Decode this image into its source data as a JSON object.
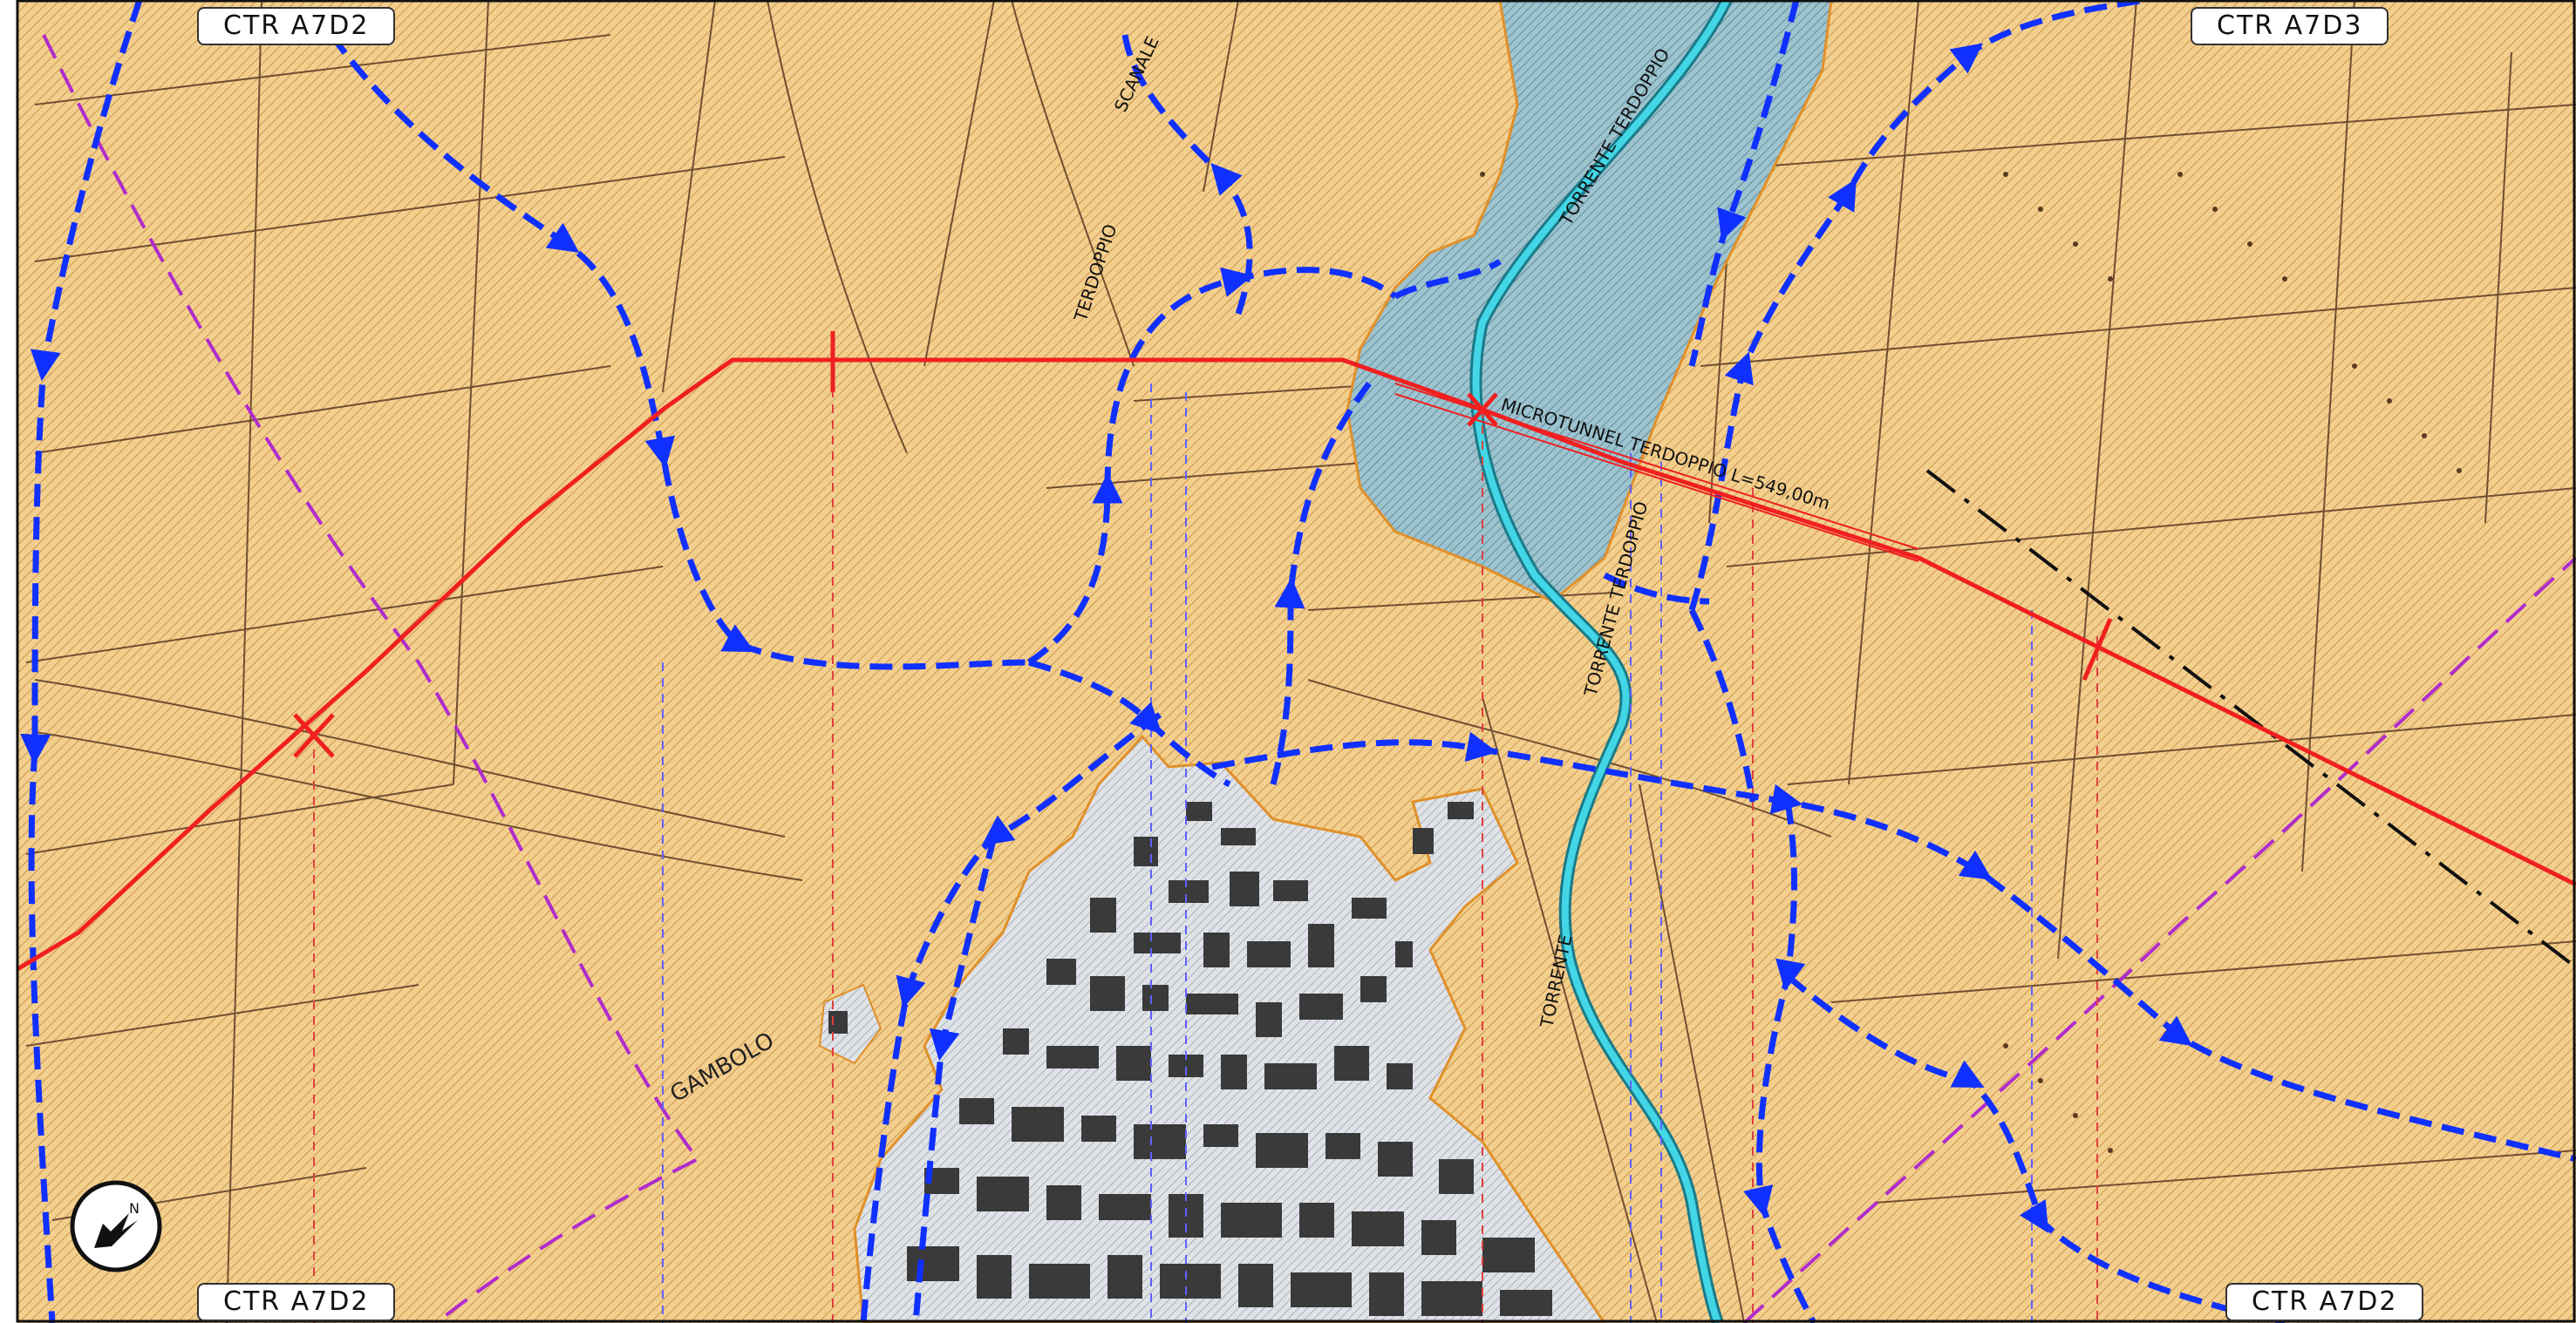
{
  "map": {
    "sheet_labels": {
      "top_left": "CTR A7D2",
      "top_right": "CTR A7D3",
      "bottom_left": "CTR A7D2",
      "bottom_right": "CTR A7D2"
    },
    "annotation": "MICROTUNNEL TERDOPPIO L=549,00m",
    "water_labels": [
      "TORRENTE TERDOPPIO",
      "TORRENTE TERDOPPIO",
      "TORRENTE",
      "SCANALE",
      "TERDOPPIO"
    ],
    "place_labels": [
      "GAMBOLO"
    ],
    "edge_text": "",
    "colors": {
      "land": "#f3cf8e",
      "hatch": "#c9954d",
      "urban": "#d8dce2",
      "building": "#3a3a3a",
      "water_zone": "#9dc3cf",
      "river": "#43d6e6",
      "route": "#f02020",
      "network": "#1030ff",
      "boundary": "#b02ccc",
      "lines": "#5a3a22"
    },
    "icons": [
      "north-arrow-icon"
    ]
  }
}
